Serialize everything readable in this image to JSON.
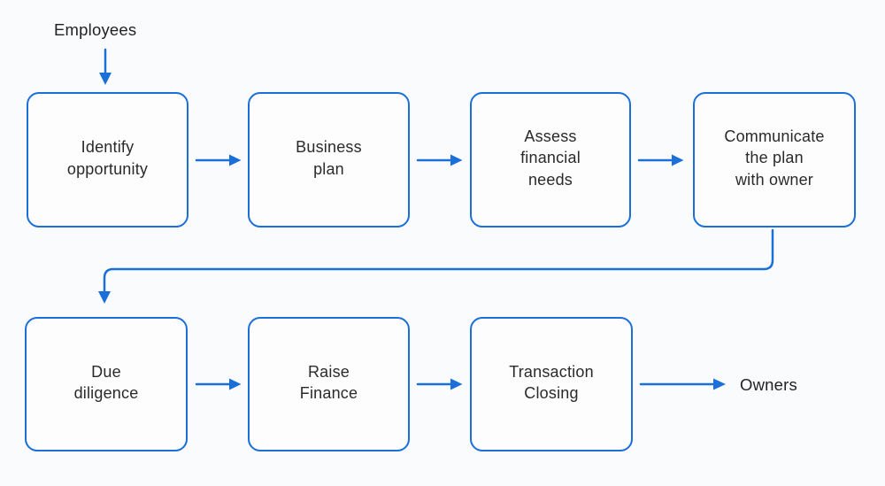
{
  "colors": {
    "accent": "#1b6fd8",
    "text": "#2a2a2a",
    "background": "#fafbfc",
    "box_fill": "#fdfdfe"
  },
  "diagram": {
    "type": "flowchart",
    "start_label": "Employees",
    "end_label": "Owners",
    "boxes": [
      {
        "id": "identify-opportunity",
        "label": "Identify\nopportunity"
      },
      {
        "id": "business-plan",
        "label": "Business\nplan"
      },
      {
        "id": "assess-financial-needs",
        "label": "Assess\nfinancial\nneeds"
      },
      {
        "id": "communicate-plan-with-owner",
        "label": "Communicate\nthe plan\nwith owner"
      },
      {
        "id": "due-diligence",
        "label": "Due\ndiligence"
      },
      {
        "id": "raise-finance",
        "label": "Raise\nFinance"
      },
      {
        "id": "transaction-closing",
        "label": "Transaction\nClosing"
      }
    ],
    "edges": [
      {
        "from": "Employees",
        "to": "Identify opportunity"
      },
      {
        "from": "Identify opportunity",
        "to": "Business plan"
      },
      {
        "from": "Business plan",
        "to": "Assess financial needs"
      },
      {
        "from": "Assess financial needs",
        "to": "Communicate the plan with owner"
      },
      {
        "from": "Communicate the plan with owner",
        "to": "Due diligence"
      },
      {
        "from": "Due diligence",
        "to": "Raise Finance"
      },
      {
        "from": "Raise Finance",
        "to": "Transaction Closing"
      },
      {
        "from": "Transaction Closing",
        "to": "Owners"
      }
    ]
  }
}
